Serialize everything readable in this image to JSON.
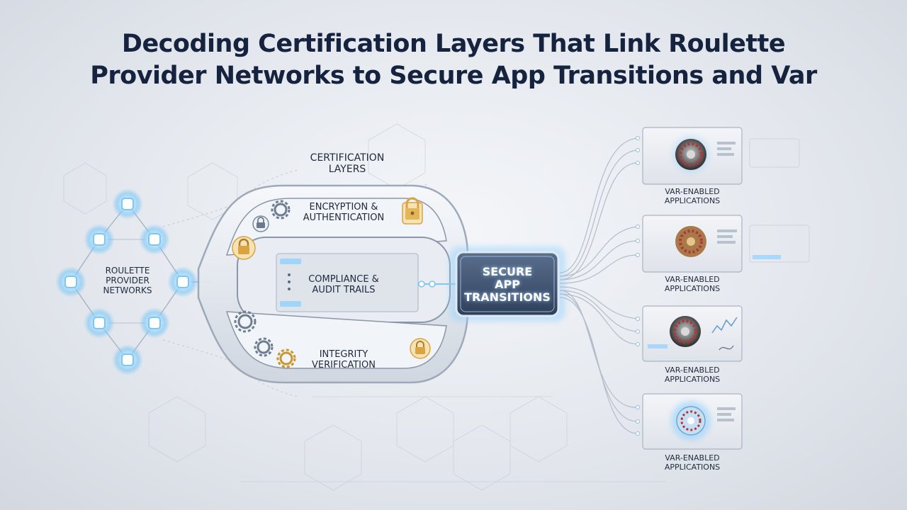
{
  "title": {
    "line1": "Decoding Certification Layers That Link Roulette",
    "line2": "Provider Networks to Secure App Transitions and Var"
  },
  "network": {
    "line1": "Roulette",
    "line2": "Provider",
    "line3": "Networks"
  },
  "certification": {
    "line1": "Certification",
    "line2": "Layers"
  },
  "layers": [
    {
      "line1": "Encryption &",
      "line2": "Authentication"
    },
    {
      "line1": "Compliance &",
      "line2": "Audit Trails"
    },
    {
      "line1": "Integrity",
      "line2": "Verification"
    }
  ],
  "hub": {
    "line1": "Secure",
    "line2": "App",
    "line3": "Transitions"
  },
  "apps": [
    {
      "line1": "VAR-ENABLED",
      "line2": "APPLICATIONS"
    },
    {
      "line1": "VAR-ENABLED",
      "line2": "APPLICATIONS"
    },
    {
      "line1": "VAR-ENABLED",
      "line2": "APPLICATIONS"
    },
    {
      "line1": "VAR-ENABLED",
      "line2": "APPLICATIONS"
    }
  ],
  "colors": {
    "title": "#15233f",
    "node_glow": "#8fd0ff",
    "hub_fill": "#3d5270",
    "accent_gold": "#d9a441",
    "roulette_red": "#b1363a"
  },
  "icons": [
    "lock-icon",
    "gear-icon",
    "roulette-wheel-icon"
  ]
}
